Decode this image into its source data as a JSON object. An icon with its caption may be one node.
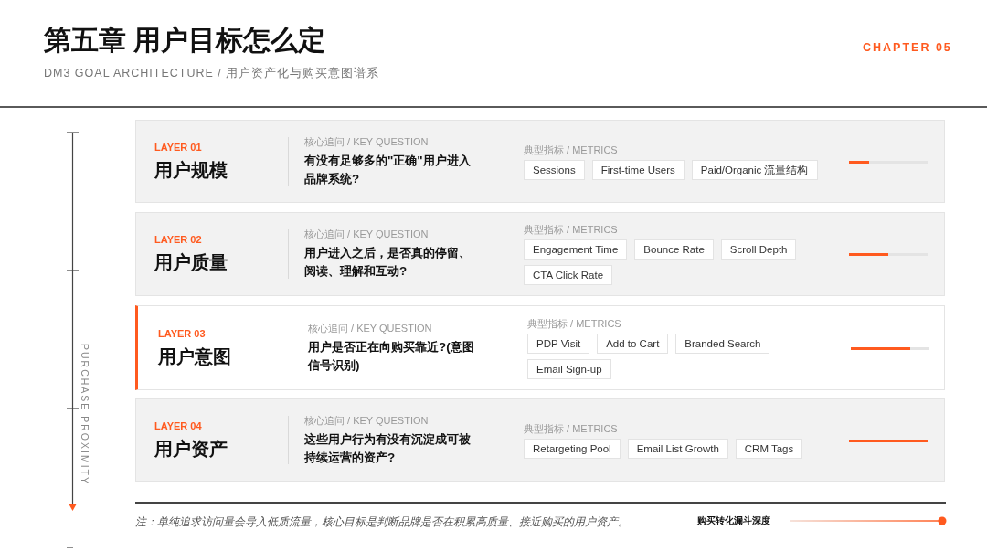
{
  "diagram": {
    "title": "第五章 用户目标怎么定",
    "nodes": [
      {
        "text": [
          "LAYER 01",
          "用户规模",
          "核心追问 / KEY QUESTION",
          "有没有足够多的\"正确\"用户进入品牌系统?",
          "典型指标 / METRICS"
        ]
      },
      {
        "text": [
          "Sessions"
        ],
        "in": 0
      },
      {
        "text": [
          "First-time Users"
        ],
        "in": 0
      },
      {
        "text": [
          "Paid/Organic 流量结构"
        ],
        "in": 0
      },
      {
        "text": [
          "LAYER 02",
          "用户质量",
          "核心追问 / KEY QUESTION",
          "用户进入之后，是否真的停留、阅读、理解和互动?",
          "典型指标 / METRICS"
        ]
      },
      {
        "text": [
          "Engagement Time"
        ],
        "in": 4
      },
      {
        "text": [
          "Bounce Rate"
        ],
        "in": 4
      },
      {
        "text": [
          "Scroll Depth"
        ],
        "in": 4
      },
      {
        "text": [
          "CTA Click Rate"
        ],
        "in": 4
      },
      {
        "text": [
          "LAYER 03",
          "用户意图",
          "核心追问 / KEY QUESTION",
          "用户是否正在向购买靠近?(意图信号识别)",
          "典型指标 / METRICS"
        ]
      },
      {
        "text": [
          "PDP Visit"
        ],
        "in": 9
      },
      {
        "text": [
          "Add to Cart"
        ],
        "in": 9
      },
      {
        "text": [
          "Branded Search"
        ],
        "in": 9
      },
      {
        "text": [
          "Email Sign-up"
        ],
        "in": 9
      },
      {
        "text": [
          "LAYER 04",
          "用户资产",
          "核心追问 / KEY QUESTION",
          "这些用户行为有没有沉淀成可被持续运营的资产?",
          "典型指标 / METRICS"
        ]
      },
      {
        "text": [
          "Retargeting Pool"
        ],
        "in": 14
      },
      {
        "text": [
          "Email List Growth"
        ],
        "in": 14
      },
      {
        "text": [
          "CRM Tags"
        ],
        "in": 14
      }
    ],
    "edges": [],
    "labels": [
      "DM3 GOAL ARCHITECTURE / 用户资产化与购买意图谱系",
      "CHAPTER 05",
      "PURCHASE PROXIMITY",
      "注：单纯追求访问量会导入低质流量，核心目标是判断品牌是否在积累高质量、接近购买的用户资产。"
    ],
    "legend": [
      {
        "text": "购买转化漏斗深度"
      }
    ]
  }
}
